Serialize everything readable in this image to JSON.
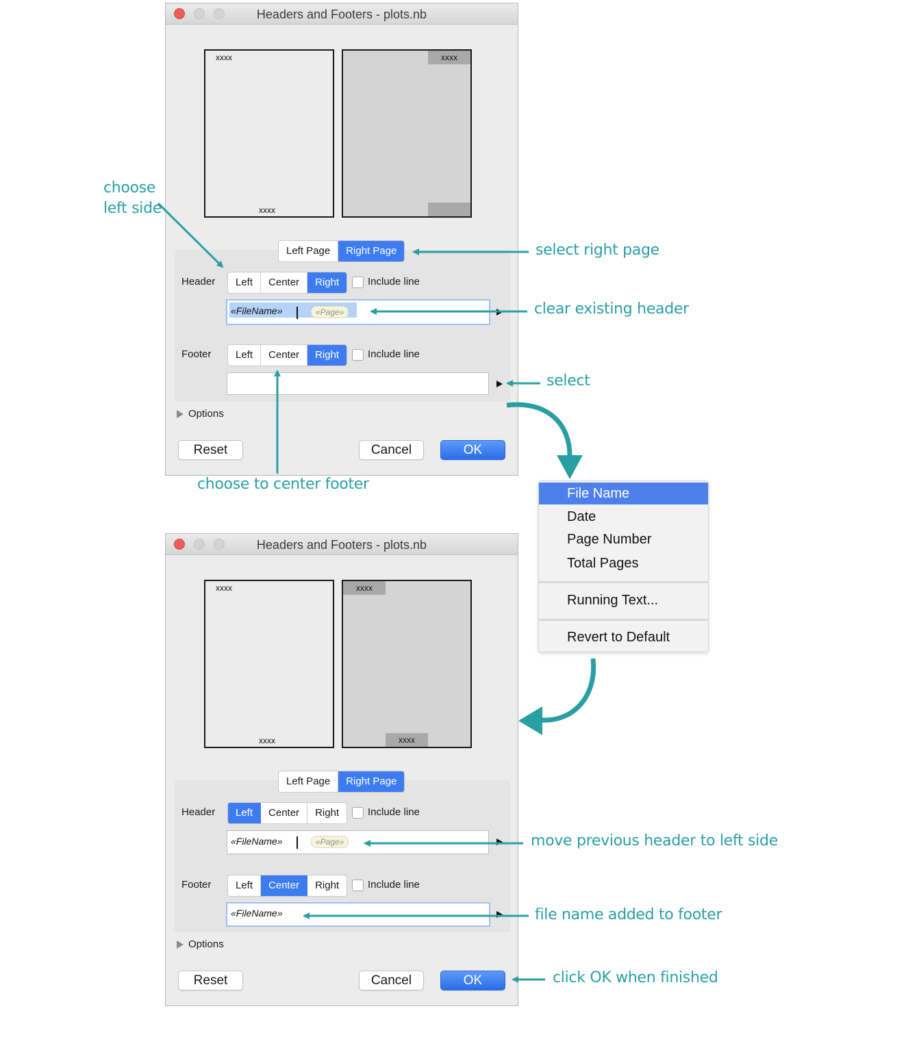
{
  "window_title": "Headers and Footers - plots.nb",
  "page_mark": "xxxx",
  "page_tabs": {
    "left": "Left Page",
    "right": "Right Page"
  },
  "header_label": "Header",
  "footer_label": "Footer",
  "align": {
    "left": "Left",
    "center": "Center",
    "right": "Right"
  },
  "include_line": "Include line",
  "tokens": {
    "filename": "«FileName»",
    "page": "«Page»"
  },
  "options_label": "Options",
  "buttons": {
    "reset": "Reset",
    "cancel": "Cancel",
    "ok": "OK"
  },
  "menu": {
    "items": [
      "File Name",
      "Date",
      "Page Number",
      "Total Pages",
      "Running Text...",
      "Revert to Default"
    ],
    "selected": "File Name"
  },
  "annotations": {
    "choose": "choose",
    "left_side": "left side",
    "select_right_page": "select right page",
    "clear_existing_header": "clear existing header",
    "select": "select",
    "choose_center_footer": "choose to center footer",
    "move_header": "move previous header to left side",
    "file_name_added": "file name added to footer",
    "click_ok": "click OK when finished"
  },
  "colors": {
    "accent": "#3d7cf0",
    "annotation": "#2a9fa3",
    "menu_highlight": "#4d80eb"
  }
}
